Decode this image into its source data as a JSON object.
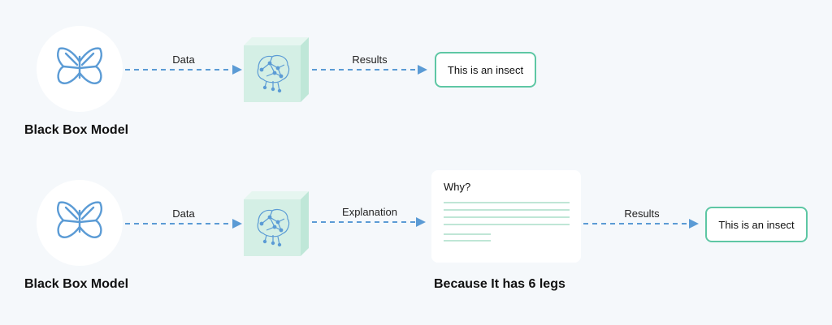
{
  "top_row": {
    "model_title": "Black Box Model",
    "input_label": "Data",
    "output_label": "Results",
    "result_text": "This is an insect"
  },
  "bottom_row": {
    "model_title": "Black Box Model",
    "input_label": "Data",
    "explanation_label": "Explanation",
    "card_question": "Why?",
    "card_caption": "Because It has 6 legs",
    "output_label": "Results",
    "result_text": "This is an insect"
  },
  "colors": {
    "arrow": "#5b9bd5",
    "butterfly": "#5b9bd5",
    "cube_front": "#d4efe5",
    "result_border": "#5ec7a4",
    "card_lines": "#bfe6d6"
  },
  "icons": [
    "butterfly-icon",
    "brain-network-icon"
  ]
}
